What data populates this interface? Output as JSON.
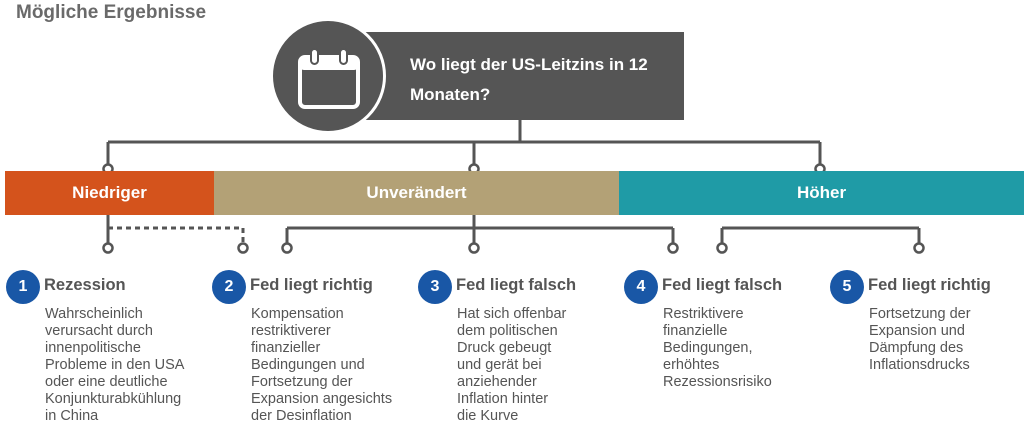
{
  "page_title": "Mögliche Ergebnisse",
  "question": "Wo liegt der US-Leitzins in 12 Monaten?",
  "question_icon": "calendar-icon",
  "bands": [
    {
      "label": "Niedriger",
      "color": "#d4531c"
    },
    {
      "label": "Unverändert",
      "color": "#b3a176"
    },
    {
      "label": "Höher",
      "color": "#1f9ba6"
    }
  ],
  "outcomes": [
    {
      "number": "1",
      "title": "Rezession",
      "description": "Wahrscheinlich\nverursacht durch\ninnenpolitische\nProbleme in den USA\noder eine deutliche\nKonjunkturabkühlung\nin China"
    },
    {
      "number": "2",
      "title": "Fed liegt richtig",
      "description": "Kompensation\nrestriktiverer\nfinanzieller\nBedingungen und\nFortsetzung der\nExpansion angesichts\nder Desinflation"
    },
    {
      "number": "3",
      "title": "Fed liegt falsch",
      "description": "Hat sich offenbar\ndem politischen\nDruck gebeugt\nund gerät bei\nanziehender\nInflation hinter\ndie Kurve"
    },
    {
      "number": "4",
      "title": "Fed liegt falsch",
      "description": "Restriktivere\nfinanzielle\nBedingungen,\nerhöhtes\nRezessionsrisiko"
    },
    {
      "number": "5",
      "title": "Fed liegt richtig",
      "description": "Fortsetzung der\nExpansion und\nDämpfung des\nInflationsdrucks"
    }
  ],
  "colors": {
    "dark_box": "#555555",
    "badge": "#1957a6",
    "line": "#555555"
  }
}
